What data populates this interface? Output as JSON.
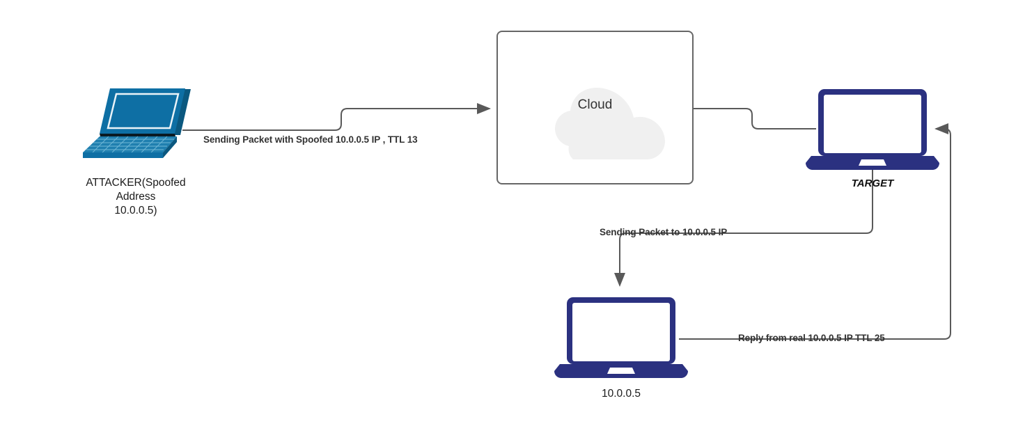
{
  "diagram": {
    "title": "IP Spoofing / TTL analysis network diagram",
    "background": "#ffffff",
    "colors": {
      "attacker_device": "#0E6FA4",
      "attacker_device_dark": "#0B587F",
      "target_device": "#2B3180",
      "connector": "#595959",
      "cloud_fill": "#F0F0F0",
      "box_border": "#666666",
      "label_text": "#333333",
      "node_text": "#1a1a1a"
    }
  },
  "nodes": {
    "attacker": {
      "icon": "laptop-3d-icon",
      "label": "ATTACKER(Spoofed\nAddress\n10.0.0.5)"
    },
    "cloud_box": {
      "icon": "cloud-icon",
      "label": "Cloud"
    },
    "target": {
      "icon": "laptop-icon",
      "label": "TARGET"
    },
    "victim": {
      "icon": "laptop-icon",
      "label": "10.0.0.5"
    }
  },
  "edges": [
    {
      "id": "attacker-to-cloud",
      "label": "Sending Packet with Spoofed 10.0.0.5 IP , TTL 13",
      "from": "attacker",
      "to": "cloud_box",
      "arrow": "end"
    },
    {
      "id": "cloud-to-target",
      "label": "",
      "from": "cloud_box",
      "to": "target",
      "arrow": "none"
    },
    {
      "id": "target-to-victim",
      "label": "Sending Packet to 10.0.0.5 IP",
      "from": "target",
      "to": "victim",
      "arrow": "end"
    },
    {
      "id": "victim-to-target",
      "label": "Reply from real 10.0.0.5 IP TTL 25",
      "from": "victim",
      "to": "target",
      "arrow": "end"
    }
  ]
}
